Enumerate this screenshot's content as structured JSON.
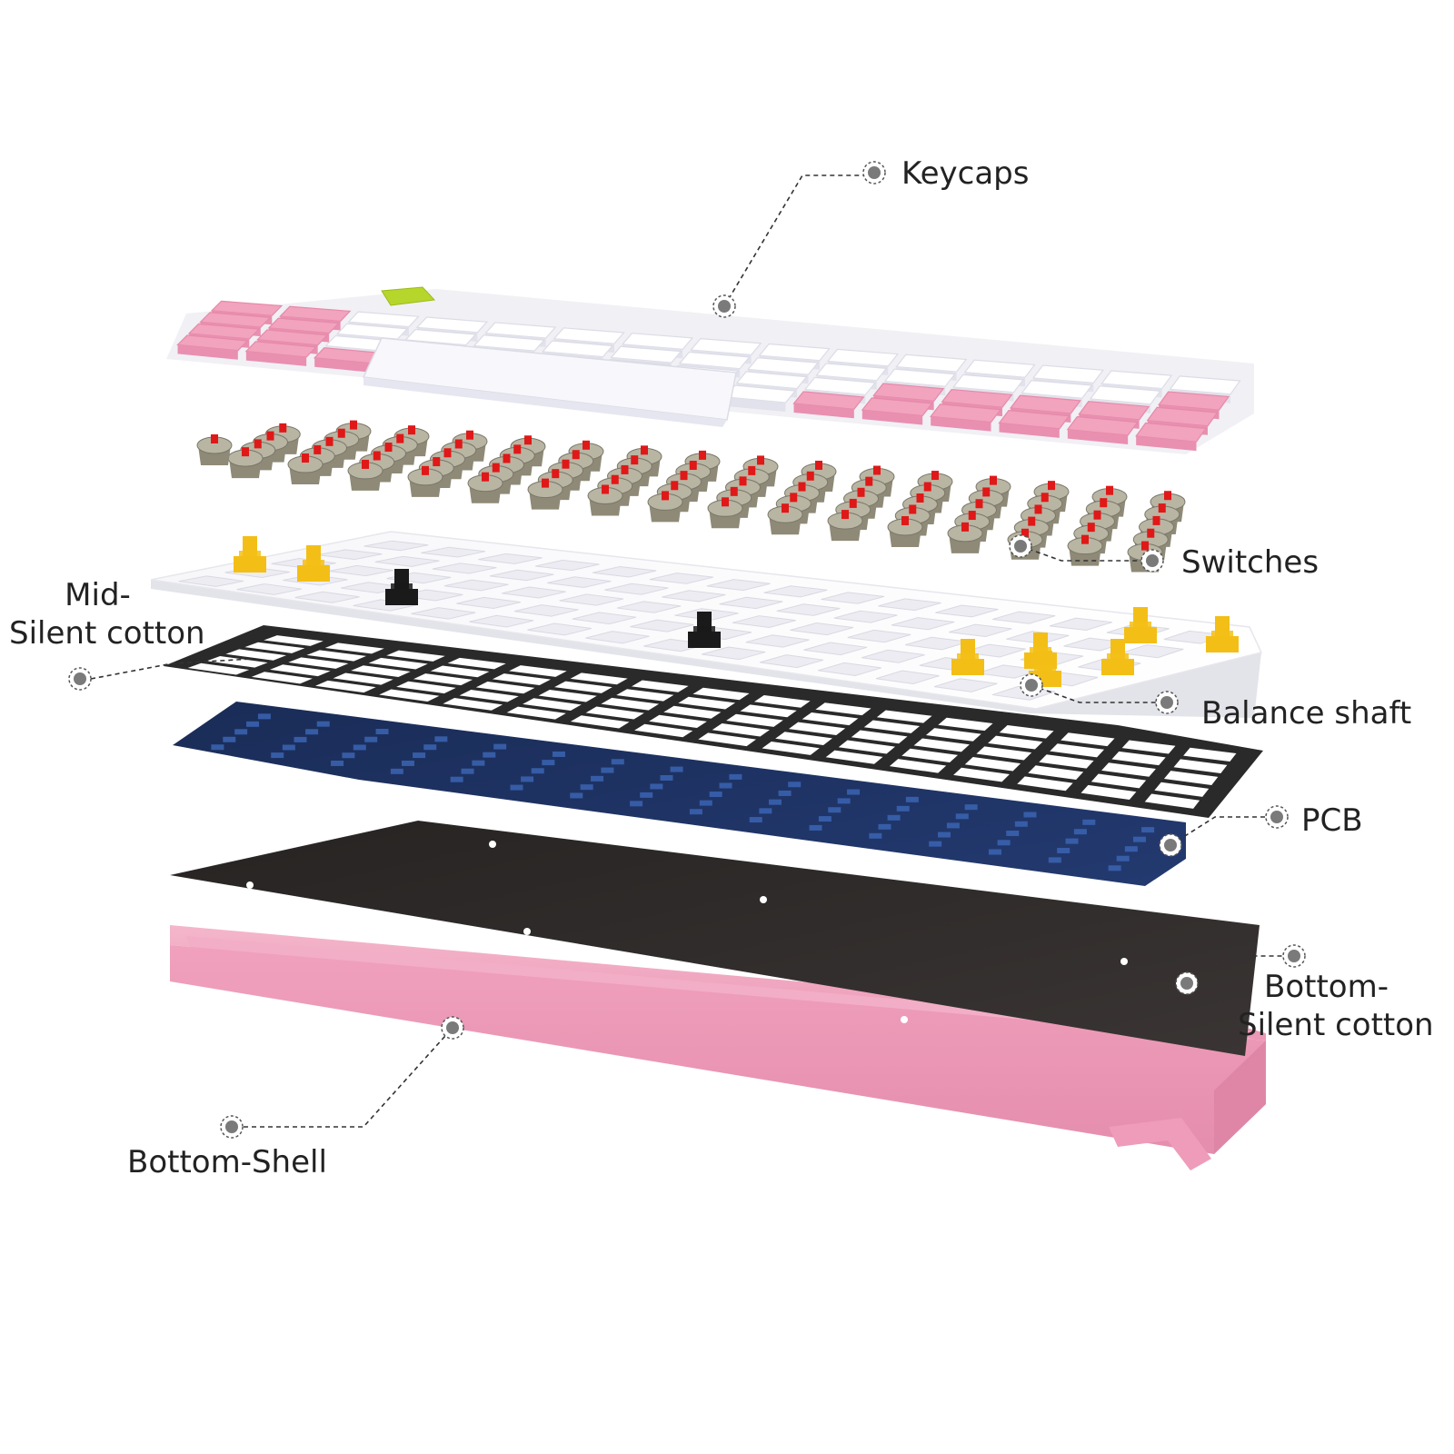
{
  "colors": {
    "pink": "#f2a3bd",
    "white": "#ffffff",
    "accent_keycap": "#b6d62b",
    "switch_stem": "#e01818",
    "stabilizer": "#f3bf17",
    "stabilizer_dark": "#1a1a1a",
    "foam": "#2a2a2a",
    "pcb": "#1d2f5c",
    "bottom_foam": "#2b2828",
    "shell": "#f0a2bf"
  },
  "callouts": {
    "keycaps": {
      "label": "Keycaps",
      "icon": "callout-dot-icon"
    },
    "switches": {
      "label": "Switches",
      "icon": "callout-dot-icon"
    },
    "mid_silent_cotton": {
      "line1": "Mid-",
      "line2": "Silent cotton",
      "icon": "callout-dot-icon"
    },
    "balance_shaft": {
      "label": "Balance shaft",
      "icon": "callout-dot-icon"
    },
    "pcb": {
      "label": "PCB",
      "icon": "callout-dot-icon"
    },
    "bottom_silent_cotton": {
      "line1": "Bottom-",
      "line2": "Silent cotton",
      "icon": "callout-dot-icon"
    },
    "bottom_shell": {
      "label": "Bottom-Shell",
      "icon": "callout-dot-icon"
    }
  }
}
